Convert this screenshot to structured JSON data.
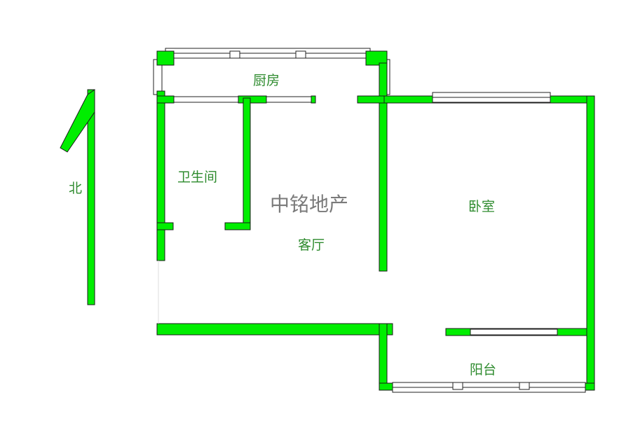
{
  "rooms": {
    "kitchen": "厨房",
    "bathroom": "卫生间",
    "living_room": "客厅",
    "bedroom": "卧室",
    "balcony": "阳台"
  },
  "compass": {
    "label": "北"
  },
  "watermark": "中铭地产",
  "colors": {
    "wall": "#00ee00",
    "label": "#2e8b2e",
    "watermark": "#7a7a7a"
  }
}
